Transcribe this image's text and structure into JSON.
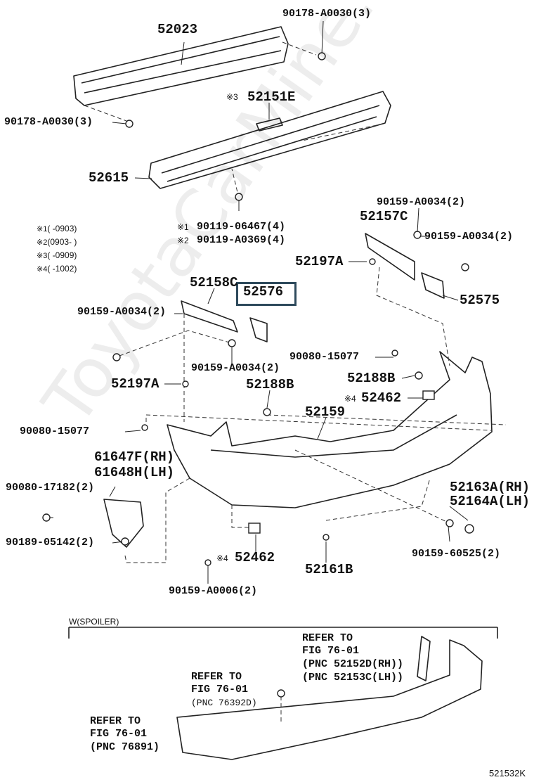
{
  "watermark": "ToyotaCarMine.ru",
  "figure_code": "521532K",
  "section_label": "W(SPOILER)",
  "highlighted_part": "52576",
  "notes": [
    {
      "mark": "※1",
      "range": "(      -0903)"
    },
    {
      "mark": "※2",
      "range": "(0903-      )"
    },
    {
      "mark": "※3",
      "range": "(      -0909)"
    },
    {
      "mark": "※4",
      "range": "(      -1002)"
    }
  ],
  "parts": {
    "p52023": "52023",
    "p90178_top": "90178-A0030(3)",
    "p90178_left": "90178-A0030(3)",
    "p52151E": "52151E",
    "p52151E_mark": "※3",
    "p52615": "52615",
    "p90119_1": "90119-06467(4)",
    "p90119_1_mark": "※1",
    "p90119_2": "90119-A0369(4)",
    "p90119_2_mark": "※2",
    "p90159_top": "90159-A0034(2)",
    "p52157C": "52157C",
    "p90159_right": "90159-A0034(2)",
    "p52197A_right": "52197A",
    "p52575": "52575",
    "p52158C": "52158C",
    "p52576": "52576",
    "p90159_left": "90159-A0034(2)",
    "p90159_mid": "90159-A0034(2)",
    "p90080_right": "90080-15077",
    "p52188B_right": "52188B",
    "p52197A_left": "52197A",
    "p52188B_left": "52188B",
    "p52462_top": "52462",
    "p52462_top_mark": "※4",
    "p52159": "52159",
    "p90080_left": "90080-15077",
    "p61647F": "61647F(RH)",
    "p61648H": "61648H(LH)",
    "p90080_17182": "90080-17182(2)",
    "p52163A": "52163A(RH)",
    "p52164A": "52164A(LH)",
    "p90189": "90189-05142(2)",
    "p52462_bot": "52462",
    "p52462_bot_mark": "※4",
    "p52161B": "52161B",
    "p90159_60525": "90159-60525(2)",
    "p90159_A0006": "90159-A0006(2)"
  },
  "refer": {
    "r1": {
      "line1": "REFER TO",
      "line2": "FIG 76-01",
      "line3": "(PNC 52152D(RH))",
      "line4": "(PNC 52153C(LH))"
    },
    "r2": {
      "line1": "REFER TO",
      "line2": "FIG 76-01",
      "line3": "(PNC 76392D)"
    },
    "r3": {
      "line1": "REFER TO",
      "line2": "FIG 76-01",
      "line3": "(PNC 76891)"
    }
  }
}
